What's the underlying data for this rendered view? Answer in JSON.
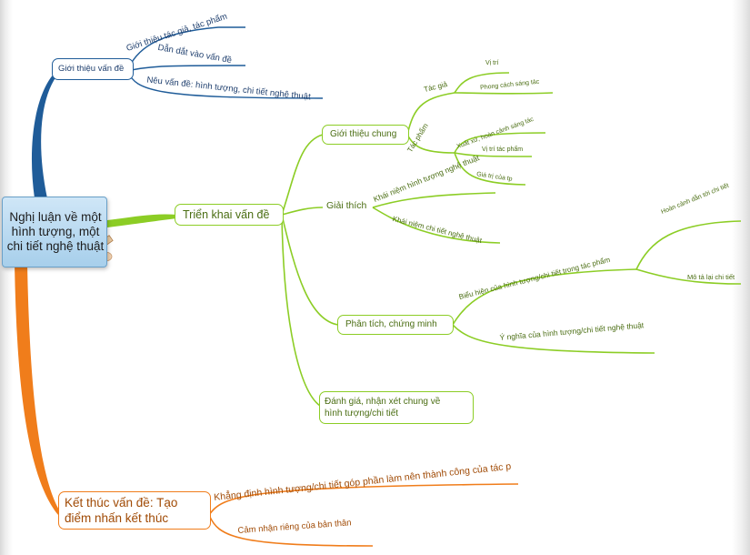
{
  "colors": {
    "intro": "#1f5c99",
    "body": "#8ccd25",
    "end": "#f07d1b",
    "root_left": "#1f5c99",
    "root_right": "#f07d1b"
  },
  "root": {
    "label": "Nghị luận về một hình tượng, một chi tiết nghệ thuật",
    "icon": "pen-icon"
  },
  "intro": {
    "label": "Giới thiệu vấn đề",
    "children": [
      "Giới thiệu tác giả, tác phẩm",
      "Dẫn dắt vào vấn đề",
      "Nêu vấn đề: hình tượng, chi tiết nghệ thuật"
    ]
  },
  "body": {
    "label": "Triển khai vấn đề",
    "general": {
      "label": "Giới thiệu chung",
      "author": {
        "label": "Tác giả",
        "children": [
          "Vị trí",
          "Phong cách sáng tác"
        ]
      },
      "work": {
        "label": "Tác phẩm",
        "children": [
          "Xuất xứ, hoàn cảnh sáng tác",
          "Vị trí tác phẩm",
          "Giá trị của tp"
        ]
      }
    },
    "explain": {
      "label": "Giải thích",
      "children": [
        "Khái niệm hình tượng nghệ thuật",
        "Khái niệm chi tiết nghệ thuật"
      ]
    },
    "analysis": {
      "label": "Phân tích, chứng minh",
      "expression": {
        "label": "Biểu hiện của hình tượng/chi tiết trong tác phẩm",
        "children": [
          "Hoàn cảnh dẫn tới chi tiết",
          "Mô tả lại chi tiết"
        ]
      },
      "meaning": "Ý nghĩa của hình tượng/chi tiết nghệ thuật"
    },
    "evaluate": {
      "line1": "Đánh giá, nhận xét chung về",
      "line2": "hình tượng/chi tiết"
    }
  },
  "end": {
    "line1": "Kết thúc vấn đề: Tạo",
    "line2": "điểm nhấn kết thúc",
    "children": [
      "Khẳng định hình tượng/chi tiết góp phần làm nên thành công của tác p",
      "Cảm nhận riêng của bản thân"
    ]
  }
}
